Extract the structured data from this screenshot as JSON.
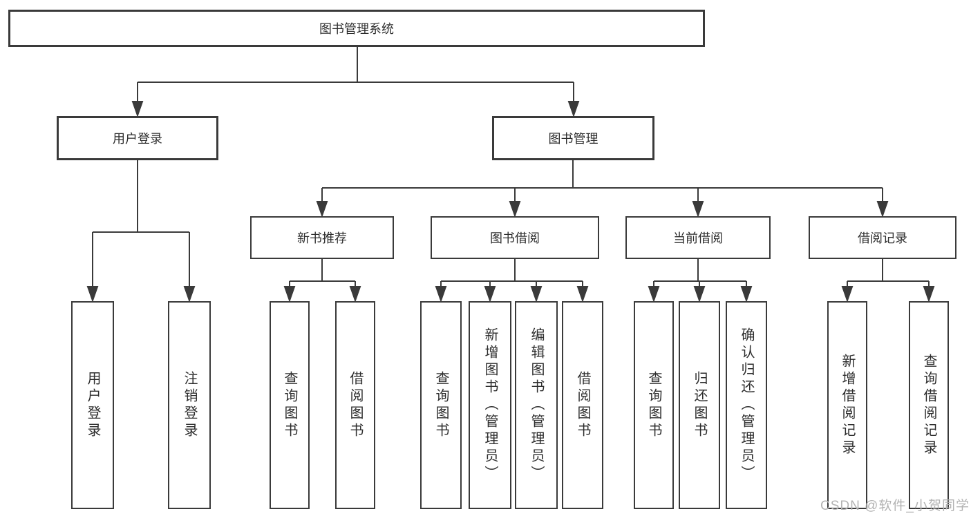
{
  "tree": {
    "label": "图书管理系统",
    "children": [
      {
        "label": "用户登录",
        "children": [
          {
            "label": "用户登录"
          },
          {
            "label": "注销登录"
          }
        ]
      },
      {
        "label": "图书管理",
        "children": [
          {
            "label": "新书推荐",
            "children": [
              {
                "label": "查询图书"
              },
              {
                "label": "借阅图书"
              }
            ]
          },
          {
            "label": "图书借阅",
            "children": [
              {
                "label": "查询图书"
              },
              {
                "label": "新增图书（管理员）"
              },
              {
                "label": "编辑图书（管理员）"
              },
              {
                "label": "借阅图书"
              }
            ]
          },
          {
            "label": "当前借阅",
            "children": [
              {
                "label": "查询图书"
              },
              {
                "label": "归还图书"
              },
              {
                "label": "确认归还（管理员）"
              }
            ]
          },
          {
            "label": "借阅记录",
            "children": [
              {
                "label": "新增借阅记录"
              },
              {
                "label": "查询借阅记录"
              }
            ]
          }
        ]
      }
    ]
  },
  "watermark": {
    "text": "CSDN @软件_小贺同学"
  },
  "colors": {
    "line": "#3a3a3a",
    "box_background": "#ffffff",
    "text": "#2d2d2d",
    "watermark": "#b3b3b3"
  }
}
